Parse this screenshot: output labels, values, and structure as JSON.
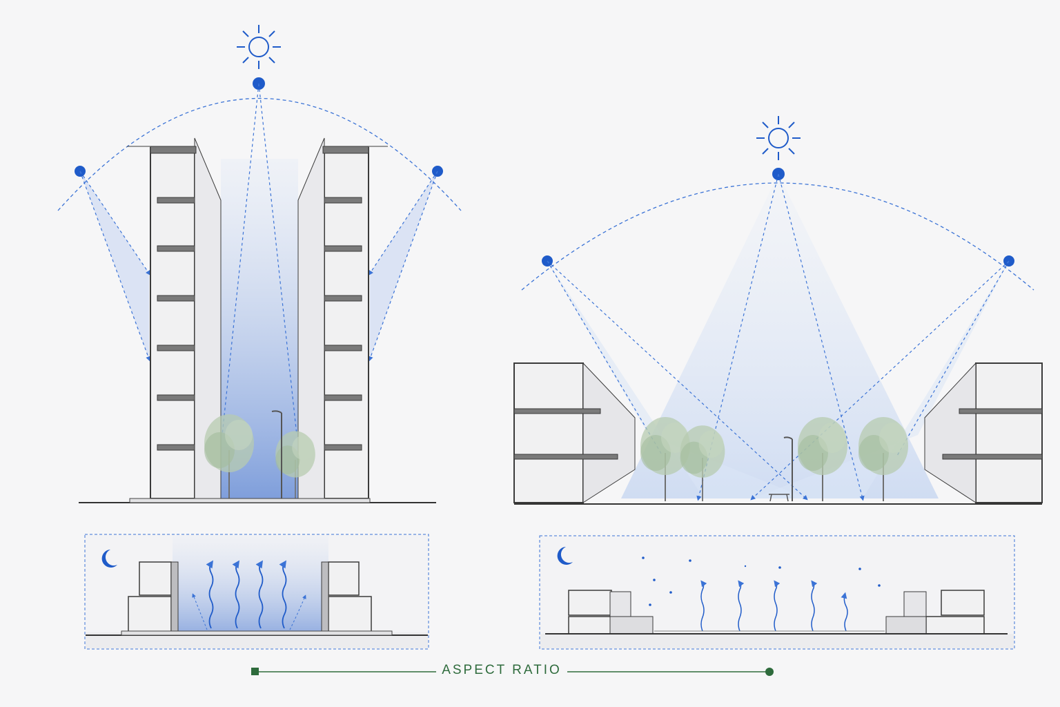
{
  "diagram": {
    "aspect_ratio_label": "ASPECT RATIO",
    "panels": [
      {
        "name": "deep-canyon-day",
        "sun_icon": "sun-icon"
      },
      {
        "name": "wide-street-day",
        "sun_icon": "sun-icon"
      },
      {
        "name": "deep-canyon-night",
        "moon_icon": "crescent-moon-icon"
      },
      {
        "name": "wide-street-night",
        "moon_icon": "crescent-moon-icon"
      }
    ],
    "colors": {
      "accent_blue": "#1f5bc9",
      "ray_blue": "#3b73d6",
      "building_line": "#3a3a3a",
      "building_fill": "#f1f1f2",
      "tree_green": "#8fae8a",
      "aspect_green": "#2e6b3c",
      "light_wash": "#cfdcf3"
    }
  }
}
